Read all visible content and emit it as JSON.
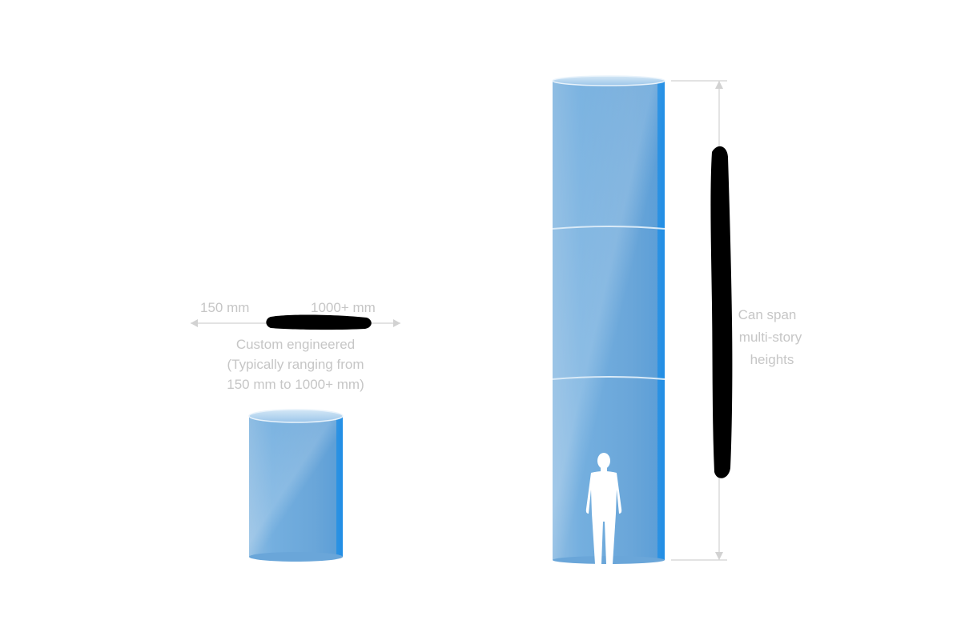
{
  "diameter_annotation": {
    "min_label": "150 mm",
    "max_label": "1000+ mm",
    "caption_lines": [
      "Custom engineered",
      "(Typically ranging from",
      "150 mm to 1000+ mm)"
    ]
  },
  "height_annotation": {
    "caption_lines": [
      "Can span",
      "multi-story",
      "heights"
    ]
  },
  "colors": {
    "cylinder_fill": "#6aa5d6",
    "cylinder_light": "#a9cdea",
    "cylinder_edge": "#1e8ee6",
    "dimension_line": "#d2d2d2",
    "label_text": "#c6c6c6",
    "redaction_mark": "#000000"
  },
  "icons": {
    "person": "person-silhouette-icon"
  }
}
